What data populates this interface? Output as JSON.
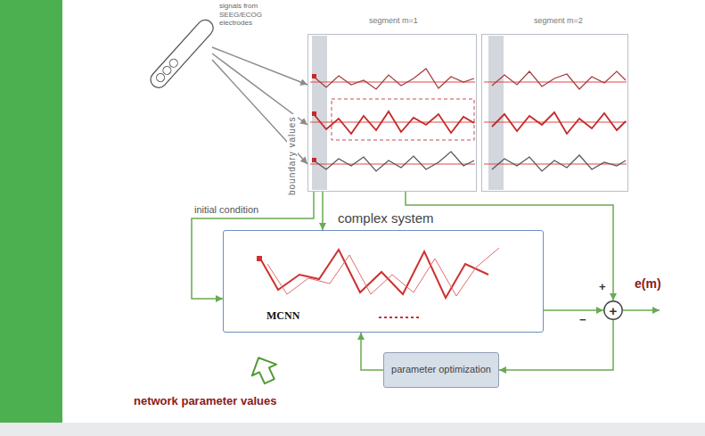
{
  "diagram": {
    "nodes": [
      {
        "text": [
          "signals from SEEG/ECOG electrodes"
        ]
      },
      {
        "text": [
          "segment m=1"
        ]
      },
      {
        "text": [
          "segment m=2"
        ]
      },
      {
        "text": [
          "complex system",
          "MCNN"
        ]
      },
      {
        "text": [
          "+"
        ]
      },
      {
        "text": [
          "parameter optimization"
        ]
      }
    ],
    "edges": [
      {
        "from": 0,
        "to": 1,
        "arrow": "to"
      },
      {
        "from": 0,
        "to": 1,
        "arrow": "to"
      },
      {
        "from": 0,
        "to": 1,
        "arrow": "to"
      },
      {
        "from": 1,
        "to": 3,
        "arrow": "to",
        "label": "initial condition"
      },
      {
        "from": 1,
        "to": 3,
        "arrow": "to"
      },
      {
        "from": 1,
        "to": 4,
        "arrow": "to",
        "label": "+"
      },
      {
        "from": 3,
        "to": 4,
        "arrow": "to",
        "label": "−"
      },
      {
        "from": 4,
        "to": 5,
        "arrow": "to"
      },
      {
        "from": 5,
        "to": 3,
        "arrow": "to"
      }
    ],
    "labels": [
      "boundary values",
      "e(m)",
      "network parameter values"
    ]
  }
}
